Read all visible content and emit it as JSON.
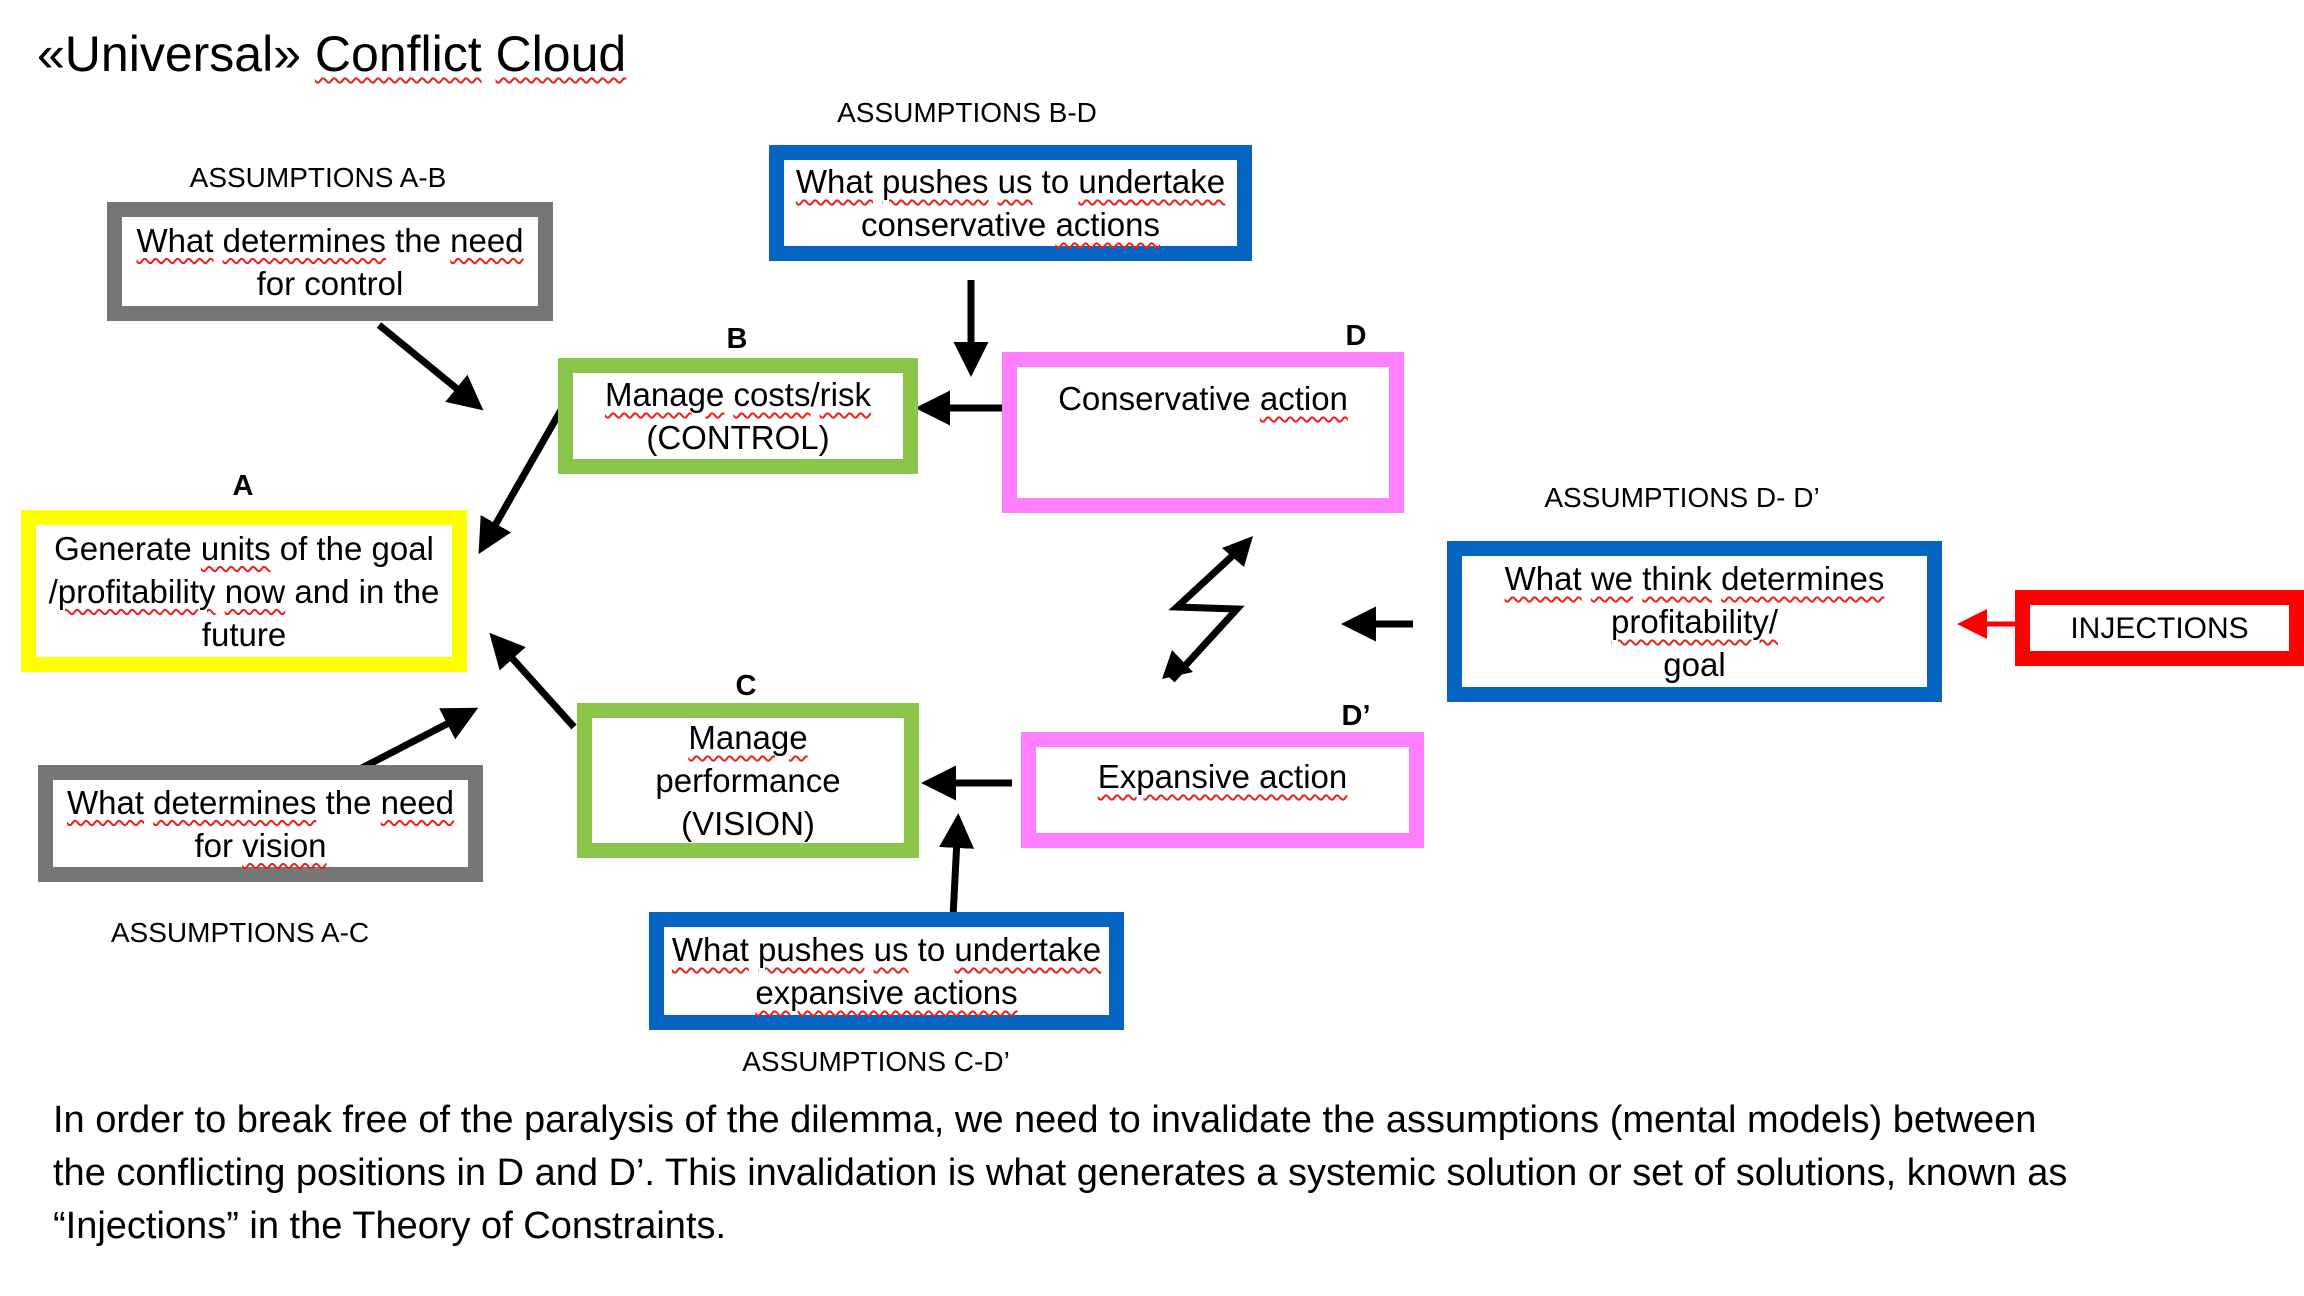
{
  "title": {
    "prefix": "«Universal» ",
    "word1": "Conflict",
    "space": " ",
    "word2": "Cloud"
  },
  "assumption_labels": {
    "ab": "ASSUMPTIONS A-B",
    "bd": "ASSUMPTIONS  B-D",
    "ac": "ASSUMPTIONS A-C",
    "cd": "ASSUMPTIONS  C-D’",
    "dd": "ASSUMPTIONS D- D’"
  },
  "node_letters": {
    "a": "A",
    "b": "B",
    "c": "C",
    "d": "D",
    "d_prime": "D’"
  },
  "boxes": {
    "assumption_ab": [
      "What determines the need",
      "for control"
    ],
    "assumption_bd": [
      "What pushes us to undertake",
      "conservative actions"
    ],
    "goal_a": [
      "Generate units of the goal",
      "/profitability now and in the",
      "future"
    ],
    "need_b": [
      "Manage costs/risk",
      "(CONTROL)"
    ],
    "need_c": [
      "Manage",
      "performance",
      "(VISION)"
    ],
    "want_d": [
      "Conservative action"
    ],
    "want_d_prime": [
      "Expansive action"
    ],
    "assumption_ac": [
      "What determines the need",
      "for vision"
    ],
    "assumption_cd": [
      "What pushes us to undertake",
      "expansive actions"
    ],
    "assumption_dd": [
      "What we think determines",
      "profitability/",
      "goal"
    ],
    "injections": [
      "INJECTIONS"
    ]
  },
  "colors": {
    "assumption_gray": "#767676",
    "assumption_blue": "#0563c1",
    "need_green": "#8bc64a",
    "goal_yellow": "#ffff00",
    "want_pink": "#ff80ff",
    "injection_red": "#ff0000",
    "spellcheck_red": "#e8231c"
  },
  "conflict_symbol": "lightning-bolt-icon",
  "footer_paragraph": [
    "In order to break free of the paralysis of the dilemma, we need to invalidate the assumptions (mental models) between",
    "the conflicting positions in D and D’. This invalidation is what generates a systemic solution or set of solutions, known as",
    "“Injections” in the Theory of Constraints."
  ]
}
